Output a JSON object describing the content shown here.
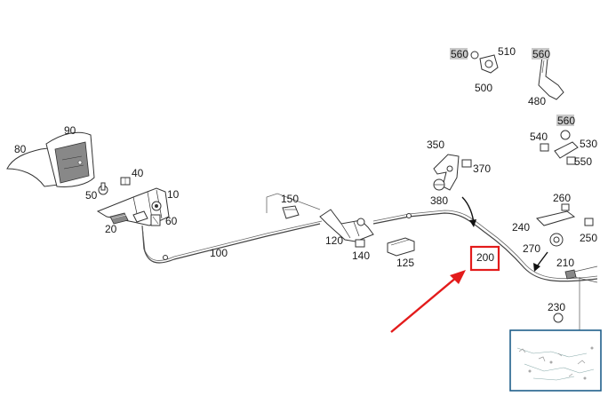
{
  "diagram": {
    "labels": {
      "p10": "10",
      "p20": "20",
      "p40": "40",
      "p50": "50",
      "p60": "60",
      "p80": "80",
      "p90": "90",
      "p100": "100",
      "p120": "120",
      "p125": "125",
      "p140": "140",
      "p150": "150",
      "p200": "200",
      "p210": "210",
      "p230": "230",
      "p240": "240",
      "p250": "250",
      "p260": "260",
      "p270": "270",
      "p350": "350",
      "p370": "370",
      "p380": "380",
      "p480": "480",
      "p500": "500",
      "p510": "510",
      "p530": "530",
      "p540": "540",
      "p550": "550",
      "p560a": "560",
      "p560b": "560",
      "p560c": "560"
    },
    "highlight_color": "#e31b1b",
    "minimap_border_color": "#1f5f8a"
  }
}
